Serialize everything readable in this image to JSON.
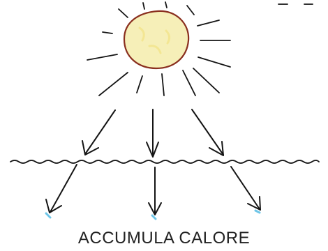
{
  "caption": "ACCUMULA CALORE",
  "colors": {
    "sun_outline": "#8a2f1f",
    "sun_fill": "#f6efb8",
    "ink": "#141414",
    "water_tint": "#6ec6e8"
  },
  "elements": {
    "sun": "sun-icon",
    "rays": "sun-ray",
    "water": "water-surface-line",
    "arrows_incoming": "incoming-sunlight-arrow",
    "arrows_refracted": "refracted-arrow-underwater"
  }
}
